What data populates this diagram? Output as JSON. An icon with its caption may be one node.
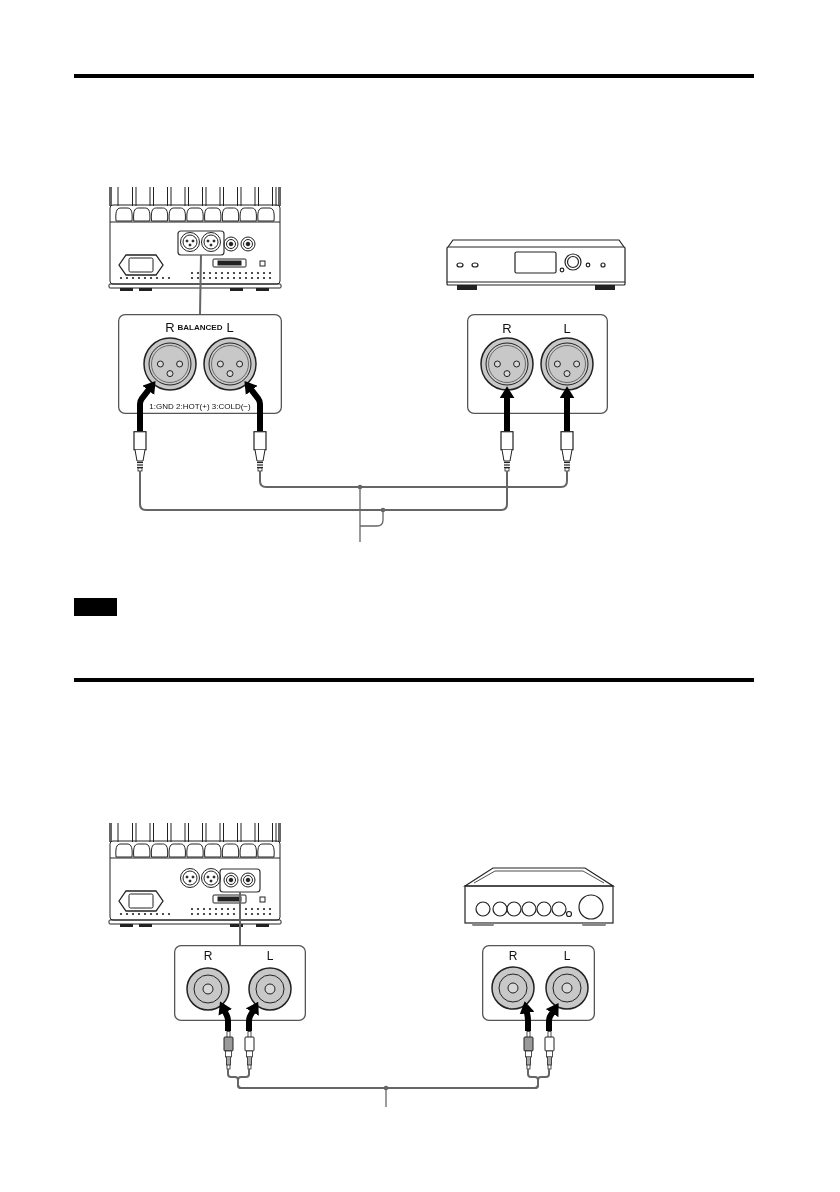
{
  "diagram": {
    "nodes": [
      {
        "text": [],
        "shape": "picture"
      },
      {
        "text": [],
        "shape": "box",
        "in": 0
      },
      {
        "text": [],
        "shape": "picture"
      },
      {
        "text": [
          "R",
          "BALANCED",
          "L",
          "1:GND 2:HOT(+) 3:COLD(−)"
        ]
      },
      {
        "text": [],
        "shape": "socket",
        "in": 3
      },
      {
        "text": [],
        "shape": "socket",
        "in": 3
      },
      {
        "text": [
          "R",
          "L"
        ]
      },
      {
        "text": [],
        "shape": "socket",
        "in": 6
      },
      {
        "text": [],
        "shape": "socket",
        "in": 6
      },
      {
        "text": [],
        "shape": "plug"
      },
      {
        "text": [],
        "shape": "plug"
      },
      {
        "text": [],
        "shape": "plug"
      },
      {
        "text": [],
        "shape": "plug"
      },
      {
        "text": [],
        "shape": "picture"
      },
      {
        "text": [],
        "shape": "box",
        "in": 13
      },
      {
        "text": [],
        "shape": "picture"
      },
      {
        "text": [
          "R",
          "L"
        ]
      },
      {
        "text": [],
        "shape": "socket",
        "in": 16
      },
      {
        "text": [],
        "shape": "socket",
        "in": 16
      },
      {
        "text": [
          "R",
          "L"
        ]
      },
      {
        "text": [],
        "shape": "socket",
        "in": 19
      },
      {
        "text": [],
        "shape": "socket",
        "in": 19
      },
      {
        "text": [],
        "shape": "plug"
      },
      {
        "text": [],
        "shape": "plug"
      },
      {
        "text": [],
        "shape": "plug"
      },
      {
        "text": [],
        "shape": "plug"
      }
    ],
    "edges": [
      {
        "from": 1,
        "to": 3,
        "arrow": "none",
        "color": "#666666"
      },
      {
        "from": 9,
        "to": 4,
        "arrow": "to"
      },
      {
        "from": 10,
        "to": 5,
        "arrow": "to"
      },
      {
        "from": 11,
        "to": 7,
        "arrow": "to"
      },
      {
        "from": 12,
        "to": 8,
        "arrow": "to"
      },
      {
        "from": 9,
        "to": 11,
        "arrow": "none",
        "color": "#666666"
      },
      {
        "from": 10,
        "to": 12,
        "arrow": "none",
        "color": "#666666"
      },
      {
        "from": 14,
        "to": 16,
        "arrow": "none",
        "color": "#666666"
      },
      {
        "from": 22,
        "to": 17,
        "arrow": "to"
      },
      {
        "from": 23,
        "to": 18,
        "arrow": "to"
      },
      {
        "from": 24,
        "to": 20,
        "arrow": "to"
      },
      {
        "from": 25,
        "to": 21,
        "arrow": "to"
      },
      {
        "from": 22,
        "to": 24,
        "arrow": "none",
        "color": "#666666"
      },
      {
        "from": 23,
        "to": 25,
        "arrow": "none",
        "color": "#666666"
      }
    ]
  }
}
